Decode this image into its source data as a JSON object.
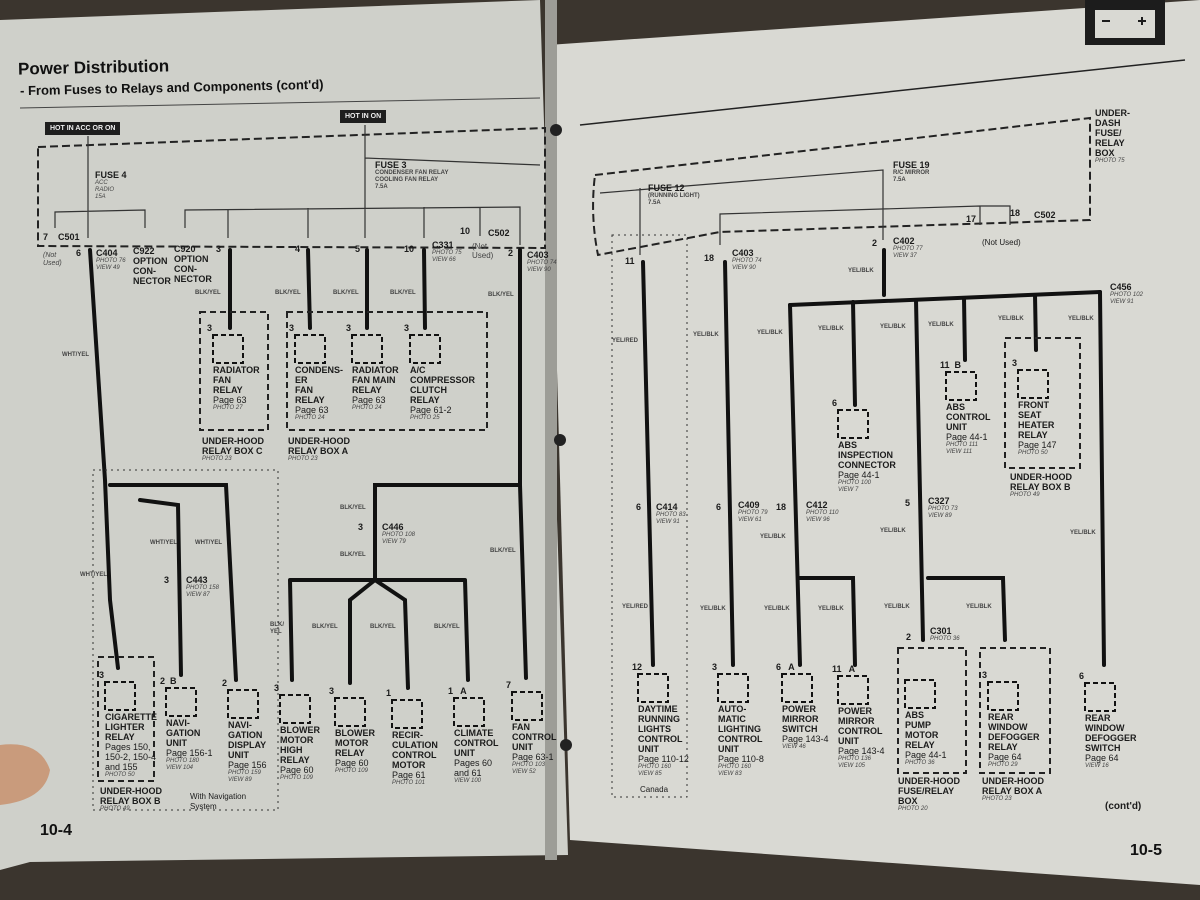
{
  "left_page": {
    "title": "Power Distribution",
    "subtitle": "- From Fuses to Relays and Components (cont'd)",
    "page_number": "10-4",
    "power_tags": [
      "HOT IN ACC OR ON",
      "HOT IN ON"
    ],
    "fuses": [
      {
        "name": "FUSE 4",
        "desc": "ACC\nRADIO\n15A"
      },
      {
        "name": "FUSE 3",
        "desc": "CONDENSER FAN RELAY\nCOOLING FAN RELAY\n7.5A"
      }
    ],
    "connectors": {
      "c501": "C501",
      "c501_pin": "7",
      "not_used_1": "(Not\nUsed)",
      "c404": "C404",
      "c404_pin": "6",
      "c404_photo": "PHOTO 76\nVIEW 49",
      "c922": "C922\nOPTION\nCON-\nNECTOR",
      "c920": "C920\nOPTION\nCON-\nNECTOR",
      "pin3": "3",
      "pin4": "4",
      "pin5": "5",
      "pin10": "10",
      "c331": "C331",
      "c331_photo": "PHOTO 75\nVIEW 66",
      "not_used_2": "(Not\nUsed)",
      "c502": "C502",
      "c502_pin": "10",
      "c403": "C403",
      "c403_pin": "2",
      "c403_photo": "PHOTO 74\nVIEW 90",
      "c446": "C446",
      "c446_pin": "3",
      "c446_photo": "PHOTO 108\nVIEW 79",
      "c443": "C443",
      "c443_pin": "3",
      "c443_photo": "PHOTO 158\nVIEW 87"
    },
    "wire_colors": {
      "blk_yel": "BLK/YEL",
      "wht_yel": "WHT/YEL",
      "blk_yel_split": "BLK/\nYEL"
    },
    "relay_boxes": [
      {
        "name": "UNDER-HOOD\nRELAY BOX C",
        "photo": "PHOTO 23"
      },
      {
        "name": "UNDER-HOOD\nRELAY BOX A",
        "photo": "PHOTO 23"
      },
      {
        "name": "UNDER-HOOD\nRELAY BOX B",
        "photo": "PHOTO 49"
      }
    ],
    "nav_note": "With Navigation\nSystem",
    "components_top": [
      {
        "pin": "3",
        "name": "RADIATOR\nFAN\nRELAY",
        "page": "Page 63",
        "photo": "PHOTO 27"
      },
      {
        "pin": "3",
        "name": "CONDENS-\nER\nFAN\nRELAY",
        "page": "Page 63",
        "photo": "PHOTO 24"
      },
      {
        "pin": "3",
        "name": "RADIATOR\nFAN MAIN\nRELAY",
        "page": "Page 63",
        "photo": "PHOTO 24"
      },
      {
        "pin": "3",
        "name": "A/C\nCOMPRESSOR\nCLUTCH\nRELAY",
        "page": "Page 61-2",
        "photo": "PHOTO 25"
      }
    ],
    "components_bottom": [
      {
        "pin": "3",
        "name": "CIGARETTE\nLIGHTER\nRELAY",
        "page": "Pages 150,\n150-2, 150-4\nand 155",
        "photo": "PHOTO 50"
      },
      {
        "pin": "2  B",
        "name": "NAVI-\nGATION\nUNIT",
        "page": "Page 156-1",
        "photo": "PHOTO 180\nVIEW 104"
      },
      {
        "pin": "2",
        "name": "NAVI-\nGATION\nDISPLAY\nUNIT",
        "page": "Page 156",
        "photo": "PHOTO 159\nVIEW 89"
      },
      {
        "pin": "3",
        "name": "BLOWER\nMOTOR\nHIGH\nRELAY",
        "page": "Page 60",
        "photo": "PHOTO 109"
      },
      {
        "pin": "3",
        "name": "BLOWER\nMOTOR\nRELAY",
        "page": "Page 60",
        "photo": "PHOTO 109"
      },
      {
        "pin": "1",
        "name": "RECIR-\nCULATION\nCONTROL\nMOTOR",
        "page": "Page 61",
        "photo": "PHOTO 101"
      },
      {
        "pin": "1   A",
        "name": "CLIMATE\nCONTROL\nUNIT",
        "page": "Pages 60\nand 61",
        "photo": "VIEW 100"
      },
      {
        "pin": "7",
        "name": "FAN\nCONTROL\nUNIT",
        "page": "Page 63-1",
        "photo": "PHOTO 103\nVIEW 52"
      }
    ]
  },
  "right_page": {
    "page_number": "10-5",
    "cont": "(cont'd)",
    "box_label": "UNDER-\nDASH\nFUSE/\nRELAY\nBOX",
    "box_photo": "PHOTO 75",
    "fuses": [
      {
        "name": "FUSE 12",
        "desc": "(RUNNING LIGHT)\n7.5A"
      },
      {
        "name": "FUSE 19",
        "desc": "R/C MIRROR\n7.5A"
      }
    ],
    "connectors": {
      "pin11": "11",
      "c403": "C403",
      "c403_pin": "18",
      "c403_photo": "PHOTO 74\nVIEW 90",
      "c402": "C402",
      "c402_pin": "2",
      "c402_photo": "PHOTO 77\nVIEW 37",
      "c502": "C502",
      "c502_pins": [
        "17",
        "18"
      ],
      "not_used": "(Not Used)",
      "c456": "C456",
      "c456_photo": "PHOTO 102\nVIEW 91",
      "c414": "C414",
      "c414_pin": "6",
      "c414_photo": "PHOTO 83\nVIEW 91",
      "c409": "C409",
      "c409_pin": "6",
      "c409_photo": "PHOTO 79\nVIEW 61",
      "c412": "C412",
      "c412_pin": "18",
      "c412_photo": "PHOTO 110\nVIEW 96",
      "c327": "C327",
      "c327_pin": "5",
      "c327_photo": "PHOTO 73\nVIEW 89",
      "c301": "C301",
      "c301_pin": "2",
      "c301_photo": "PHOTO 36"
    },
    "wire_colors": {
      "yel_blk": "YEL/BLK",
      "yel_red": "YEL/RED"
    },
    "canada_note": "Canada",
    "relay_boxes": [
      {
        "name": "UNDER-HOOD\nRELAY BOX B",
        "photo": "PHOTO 49"
      },
      {
        "name": "UNDER-HOOD\nFUSE/RELAY\nBOX",
        "photo": "PHOTO 20"
      },
      {
        "name": "UNDER-HOOD\nRELAY BOX A",
        "photo": "PHOTO 23"
      }
    ],
    "components_mid": [
      {
        "pin": "6",
        "name": "ABS\nINSPECTION\nCONNECTOR",
        "page": "Page 44-1",
        "photo": "PHOTO 100\nVIEW 7"
      },
      {
        "pin": "11  B",
        "name": "ABS\nCONTROL\nUNIT",
        "page": "Page 44-1",
        "photo": "PHOTO 111\nVIEW 111"
      },
      {
        "pin": "3",
        "name": "FRONT\nSEAT\nHEATER\nRELAY",
        "page": "Page 147",
        "photo": "PHOTO 50"
      }
    ],
    "components_bottom": [
      {
        "pin": "12",
        "name": "DAYTIME\nRUNNING\nLIGHTS\nCONTROL\nUNIT",
        "page": "Page 110-12",
        "photo": "PHOTO 160\nVIEW 85"
      },
      {
        "pin": "3",
        "name": "AUTO-\nMATIC\nLIGHTING\nCONTROL\nUNIT",
        "page": "Page 110-8",
        "photo": "PHOTO 160\nVIEW 83"
      },
      {
        "pin": "6   A",
        "name": "POWER\nMIRROR\nSWITCH",
        "page": "Page 143-4",
        "photo": "VIEW 46"
      },
      {
        "pin": "11   A",
        "name": "POWER\nMIRROR\nCONTROL\nUNIT",
        "page": "Page 143-4",
        "photo": "PHOTO 136\nVIEW 105"
      },
      {
        "pin": "",
        "name": "ABS\nPUMP\nMOTOR\nRELAY",
        "page": "Page 44-1",
        "photo": "PHOTO 36"
      },
      {
        "pin": "3",
        "name": "REAR\nWINDOW\nDEFOGGER\nRELAY",
        "page": "Page 64",
        "photo": "PHOTO 29"
      },
      {
        "pin": "6",
        "name": "REAR\nWINDOW\nDEFOGGER\nSWITCH",
        "page": "Page 64",
        "photo": "VIEW 16"
      }
    ]
  },
  "battery_icon": "battery-icon"
}
